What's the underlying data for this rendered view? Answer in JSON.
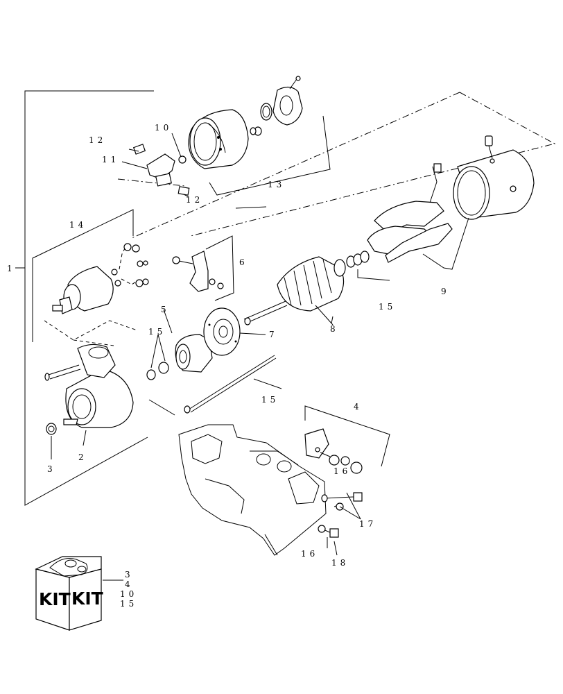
{
  "callouts": {
    "c1": "1",
    "c2": "2",
    "c3": "3",
    "c4": "4",
    "c5": "5",
    "c6": "6",
    "c7": "7",
    "c8": "8",
    "c9": "9",
    "c10": "10",
    "c11": "11",
    "c12a": "12",
    "c12b": "12",
    "c13": "13",
    "c14": "14",
    "c15a": "15",
    "c15b": "15",
    "c15c": "15",
    "c16a": "16",
    "c16b": "16",
    "c17": "17",
    "c18": "18"
  },
  "kit": {
    "label_left": "KIT",
    "label_right": "KIT",
    "items": [
      "3",
      "4",
      "10",
      "15"
    ]
  }
}
